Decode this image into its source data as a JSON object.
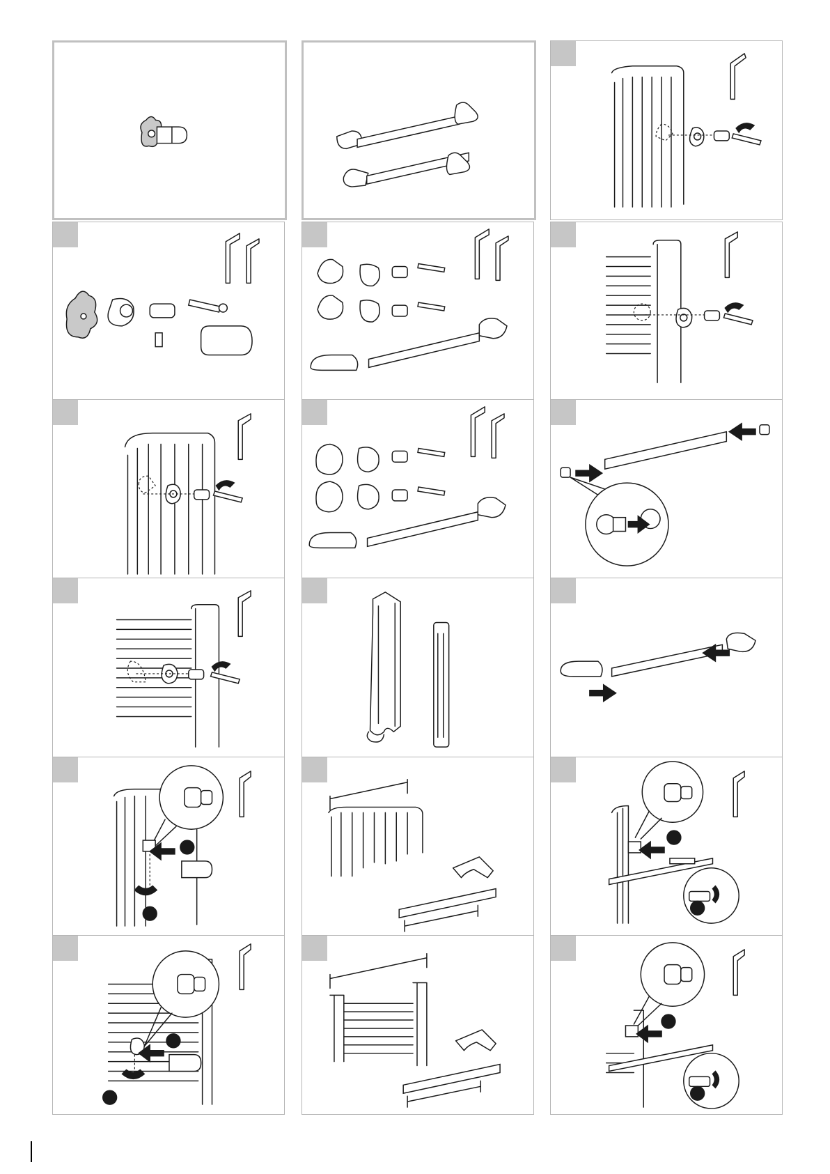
{
  "page": {
    "title": "",
    "page_number": ""
  },
  "colors": {
    "border": "#b5b5b5",
    "tag": "#c6c6c6",
    "ink": "#1a1a1a",
    "hero_border": "#c0c0c0"
  },
  "panels": [
    {
      "id": "p01",
      "kind": "hero-hook",
      "has_tag": false
    },
    {
      "id": "p02",
      "kind": "hero-towel-rails",
      "has_tag": false
    },
    {
      "id": "p03",
      "kind": "column-radiator-mount",
      "has_tag": true
    },
    {
      "id": "p04",
      "kind": "hook-parts",
      "has_tag": true
    },
    {
      "id": "p05",
      "kind": "rail-parts-a",
      "has_tag": true
    },
    {
      "id": "p06",
      "kind": "ladder-radiator-mount",
      "has_tag": true
    },
    {
      "id": "p07",
      "kind": "column-radiator-mount-2",
      "has_tag": true
    },
    {
      "id": "p08",
      "kind": "rail-parts-b",
      "has_tag": true
    },
    {
      "id": "p09",
      "kind": "insert-end-caps",
      "has_tag": true
    },
    {
      "id": "p10",
      "kind": "ladder-radiator-mount-2",
      "has_tag": true
    },
    {
      "id": "p11",
      "kind": "saw-and-ruler",
      "has_tag": true
    },
    {
      "id": "p12",
      "kind": "assemble-rail",
      "has_tag": true
    },
    {
      "id": "p13",
      "kind": "attach-hook-column",
      "has_tag": true
    },
    {
      "id": "p14",
      "kind": "measure-cut-column",
      "has_tag": true
    },
    {
      "id": "p15",
      "kind": "attach-rail-column",
      "has_tag": true
    },
    {
      "id": "p16",
      "kind": "attach-hook-ladder",
      "has_tag": true
    },
    {
      "id": "p17",
      "kind": "measure-cut-ladder",
      "has_tag": true
    },
    {
      "id": "p18",
      "kind": "attach-rail-ladder",
      "has_tag": true
    }
  ]
}
